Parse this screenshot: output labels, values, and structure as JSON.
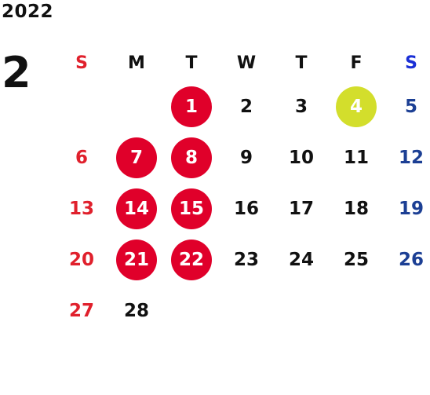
{
  "year": "2022",
  "month": "2",
  "weekdays": [
    "S",
    "M",
    "T",
    "W",
    "T",
    "F",
    "S"
  ],
  "weeks": [
    [
      {
        "label": "",
        "mark": "none"
      },
      {
        "label": "",
        "mark": "none"
      },
      {
        "label": "1",
        "mark": "red"
      },
      {
        "label": "2",
        "mark": "none"
      },
      {
        "label": "3",
        "mark": "none"
      },
      {
        "label": "4",
        "mark": "yellow"
      },
      {
        "label": "5",
        "mark": "none"
      }
    ],
    [
      {
        "label": "6",
        "mark": "none"
      },
      {
        "label": "7",
        "mark": "red"
      },
      {
        "label": "8",
        "mark": "red"
      },
      {
        "label": "9",
        "mark": "none"
      },
      {
        "label": "10",
        "mark": "none"
      },
      {
        "label": "11",
        "mark": "none"
      },
      {
        "label": "12",
        "mark": "none"
      }
    ],
    [
      {
        "label": "13",
        "mark": "none"
      },
      {
        "label": "14",
        "mark": "red"
      },
      {
        "label": "15",
        "mark": "red"
      },
      {
        "label": "16",
        "mark": "none"
      },
      {
        "label": "17",
        "mark": "none"
      },
      {
        "label": "18",
        "mark": "none"
      },
      {
        "label": "19",
        "mark": "none"
      }
    ],
    [
      {
        "label": "20",
        "mark": "none"
      },
      {
        "label": "21",
        "mark": "red"
      },
      {
        "label": "22",
        "mark": "red"
      },
      {
        "label": "23",
        "mark": "none"
      },
      {
        "label": "24",
        "mark": "none"
      },
      {
        "label": "25",
        "mark": "none"
      },
      {
        "label": "26",
        "mark": "none"
      }
    ],
    [
      {
        "label": "27",
        "mark": "none"
      },
      {
        "label": "28",
        "mark": "none"
      },
      {
        "label": "",
        "mark": "none"
      },
      {
        "label": "",
        "mark": "none"
      },
      {
        "label": "",
        "mark": "none"
      },
      {
        "label": "",
        "mark": "none"
      },
      {
        "label": "",
        "mark": "none"
      }
    ]
  ],
  "colors": {
    "sunday": "#e0202c",
    "saturday": "#1c3f94",
    "mark_red": "#e0002a",
    "mark_yellow": "#d3de2c"
  }
}
